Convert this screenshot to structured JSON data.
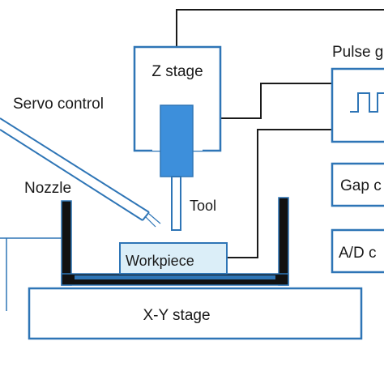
{
  "labels": {
    "z_stage": "Z stage",
    "pulse_generator": "Pulse g",
    "servo_control": "Servo control",
    "nozzle": "Nozzle",
    "tool": "Tool",
    "workpiece": "Workpiece",
    "gap_control": "Gap c",
    "ad_converter": "A/D c",
    "xy_stage": "X-Y stage"
  },
  "colors": {
    "box_stroke": "#2e75b6",
    "wire": "#1a1a1a",
    "tool_fill": "#3d8fdb",
    "tank_wall": "#111111",
    "workpiece_fill": "#dbeef8",
    "nozzle_tube": "#2e75b6",
    "background": "#ffffff"
  }
}
